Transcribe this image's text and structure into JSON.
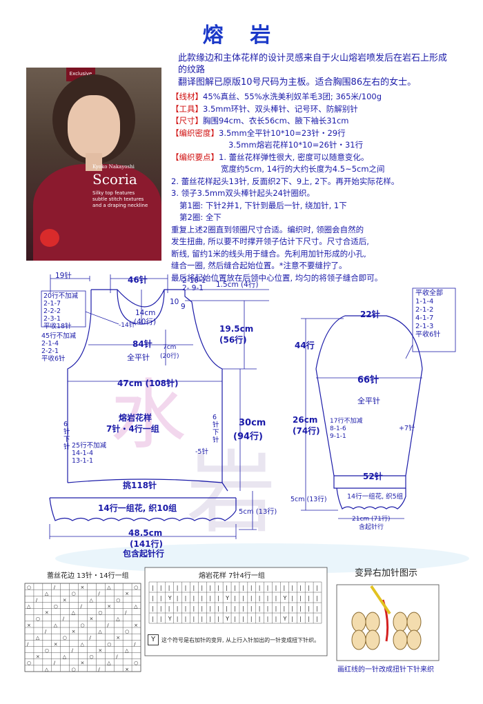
{
  "title": "熔 岩",
  "intro": {
    "line1": "此款缘边和主体花样的设计灵感来自于火山熔岩喷发后在岩石上形成的纹路",
    "line2": "翻译图解已原版10号尺码为主板。适合胸围86左右的女士。"
  },
  "specs": {
    "materials_label": "【线材】",
    "materials": "45%真丝、55%水洗美利奴羊毛3团; 365米/100g",
    "tools_label": "【工具】",
    "tools": "3.5mm环针、双头棒针、记号环、防解别针",
    "size_label": "【尺寸】",
    "size": "胸围94cm、衣长56cm、腋下袖长31cm",
    "gauge_label": "【编织密度】",
    "gauge1": "3.5mm全平针10*10=23针・29行",
    "gauge2": "3.5mm熔岩花样10*10=26针・31行",
    "points_label": "【编织要点】",
    "point1": "1. 蕾丝花样弹性很大, 密度可以随意变化。",
    "point1b": "宽度约5cm, 14行的大约长度为4.5~5cm之间",
    "point2": "2. 蕾丝花样起头13针, 反面织2下、9上, 2下。再开始实际花样。",
    "point3": "3. 领子3.5mm双头棒针起头24针圈织。",
    "round1": "第1圈: 下针2并1, 下针到最后一针, 绕加针, 1下",
    "round2": "第2圈: 全下",
    "para1": "重复上述2圈直到领圈尺寸合适。编织时, 领圈会自然的",
    "para2": "发生扭曲, 所以要不时撑开领子估计下尺寸。尺寸合适后,",
    "para3": "断线, 留约1米的线头用于缝合。先利用加针形成的小孔,",
    "para4": "缝合一圈, 然后缝合起始位置。*注意不要缝拧了。",
    "para5": "最后将起始位置放在后领中心位置, 均匀的将领子缝合即可。"
  },
  "cover": {
    "badge": "Exclusive",
    "author": "Kyoko Nakayoshi",
    "name": "Scoria",
    "desc1": "Silky top features",
    "desc2": "subtle stitch textures",
    "desc3": "and a draping neckline"
  },
  "body_diagram": {
    "shoulder": "19针",
    "neck_width": "46针",
    "neck_dec1": "2-10-1",
    "neck_dec2": "2- 9-1",
    "neck_dec3": "10",
    "neck_dec4": "9",
    "shoulder_h": "1.5cm (4行)",
    "neck_depth": "14cm",
    "neck_depth_rows": "(40行)",
    "neck_st": "-14针",
    "armhole_note_title": "20行不加减",
    "armhole_note1": "2-1-7",
    "armhole_note2": "2-2-2",
    "armhole_note3": "2-3-1",
    "armhole_note4": "平收18针",
    "armhole_h": "19.5cm",
    "armhole_rows": "(56行)",
    "left_note1": "45行不加减",
    "left_note2": "2-1-4",
    "left_note3": "2-2-1",
    "left_note4": "平收6针",
    "chest_st": "84针",
    "stockinette": "全平针",
    "yoke_h": "7cm",
    "yoke_rows": "(20行)",
    "bust": "47cm (108针)",
    "pattern_name": "熔岩花样",
    "pattern_repeat": "7针・4行一组",
    "side_left1": "6",
    "side_left2": "针",
    "side_left3": "下",
    "side_left4": "针",
    "dec_note1": "25行不加减",
    "dec_note2": "14-1-4",
    "dec_note3": "13-1-1",
    "side_right": "-5针",
    "body_h": "30cm",
    "body_rows": "(94行)",
    "pickup": "挑118针",
    "lace_band": "14行一组花, 织10组",
    "lace_h": "5cm (13行)",
    "hem": "48.5cm",
    "hem_rows": "(141行)",
    "hem_note": "包含起针行"
  },
  "sleeve_diagram": {
    "cap_note_title": "平收全部",
    "cap1": "1-1-4",
    "cap2": "2-1-2",
    "cap3": "4-1-7",
    "cap4": "2-1-3",
    "cap5": "平收6针",
    "top_st": "22针",
    "cap_rows": "44行",
    "width": "66针",
    "stockinette": "全平针",
    "len": "26cm",
    "len_rows": "(74行)",
    "inc1": "17行不加减",
    "inc2": "8-1-6",
    "inc3": "9-1-1",
    "inc_right": "+7针",
    "cuff_st": "52针",
    "cuff_lace": "14行一组花, 织5组",
    "cuff_h": "5cm (13行)",
    "cuff_w": "21cm (71行)",
    "cuff_note": "含起针行"
  },
  "charts": {
    "lace_title": "蕾丝花边 13针・14行一组",
    "lava_title": "熔岩花样 7针4行一组",
    "legend_symbol": "Y",
    "legend": "这个符号是右加针的变异, 从上行入针加出的一针变成扭下针织。",
    "var_title": "变异右加针图示",
    "var_caption": "画红线的一针改成扭针下针来织"
  }
}
